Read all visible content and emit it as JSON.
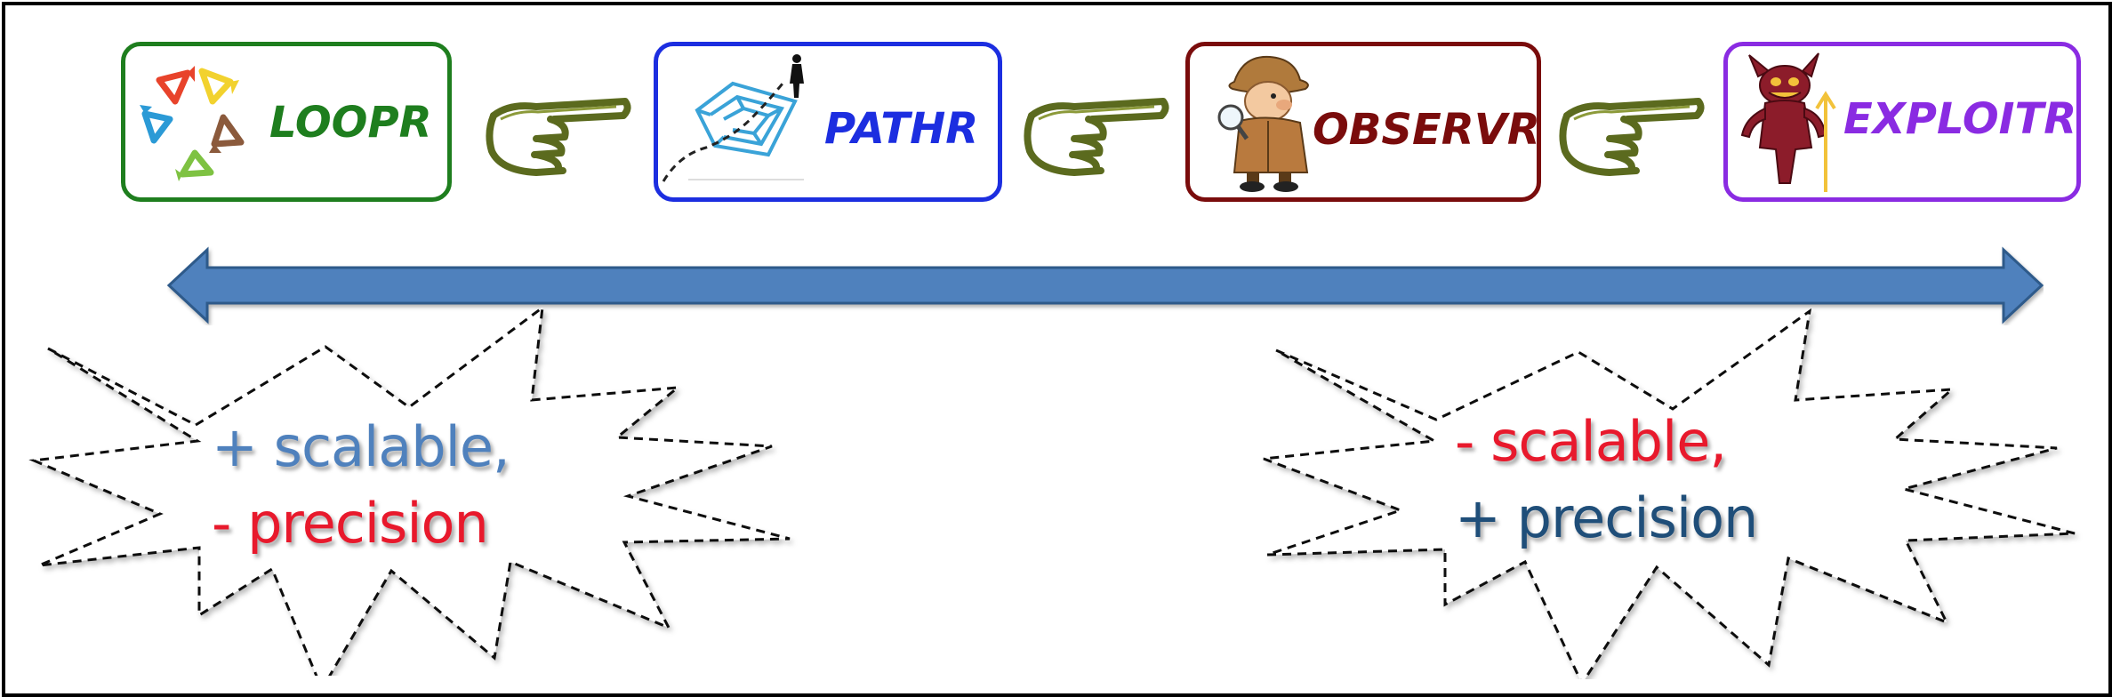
{
  "tools": [
    {
      "id": "loopr",
      "label": "LOOPR",
      "color": "#1e7e1e",
      "icon": "rotating-arrows-icon"
    },
    {
      "id": "pathr",
      "label": "PATHR",
      "color": "#1c2ee0",
      "icon": "maze-walker-icon"
    },
    {
      "id": "observr",
      "label": "OBSERVR",
      "color": "#7a0c0c",
      "icon": "detective-icon"
    },
    {
      "id": "exploitr",
      "label": "EXPLOITR",
      "color": "#8a2be2",
      "icon": "devil-icon"
    }
  ],
  "connector_icon": "pointing-hand-icon",
  "spectrum_arrow": {
    "color": "#4f81bd",
    "icon": "double-headed-arrow"
  },
  "left_burst": {
    "line1": {
      "text": "+ scalable,",
      "color": "#4f81bd"
    },
    "line2": {
      "text": "- precision",
      "color": "#e8192c"
    }
  },
  "right_burst": {
    "line1": {
      "text": "- scalable,",
      "color": "#e8192c"
    },
    "line2": {
      "text": "+ precision",
      "color": "#1f4e79"
    }
  }
}
